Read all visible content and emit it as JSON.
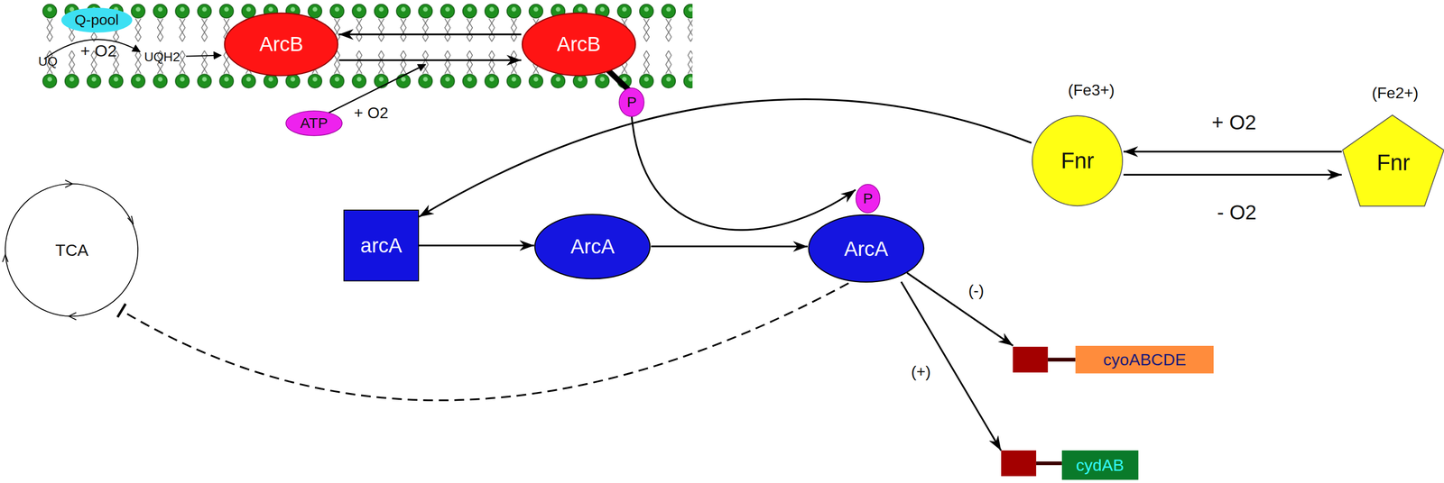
{
  "diagram": {
    "nodes": [
      {
        "text": [
          "Q-pool"
        ]
      },
      {
        "text": [
          "ArcB"
        ]
      },
      {
        "text": [
          "ArcB"
        ]
      },
      {
        "text": [
          "ATP"
        ]
      },
      {
        "text": [
          "P"
        ]
      },
      {
        "text": [
          "(Fe3+)",
          "Fnr"
        ]
      },
      {
        "text": [
          "(Fe2+)",
          "Fnr"
        ]
      },
      {
        "text": [
          "TCA"
        ]
      },
      {
        "text": [
          "arcA"
        ]
      },
      {
        "text": [
          "ArcA"
        ]
      },
      {
        "text": [
          "ArcA"
        ]
      },
      {
        "text": [
          "P"
        ]
      },
      {
        "text": [
          "cyoABCDE"
        ]
      },
      {
        "text": [
          "cydAB"
        ]
      }
    ],
    "edges": [
      {
        "from": 1,
        "to": 2,
        "arrow": "to"
      },
      {
        "from": 2,
        "to": 1,
        "arrow": "to"
      },
      {
        "from": 4,
        "to": 11,
        "arrow": "to"
      },
      {
        "from": 5,
        "to": 8,
        "arrow": "to"
      },
      {
        "from": 6,
        "to": 5,
        "arrow": "to",
        "label": "+ O2"
      },
      {
        "from": 5,
        "to": 6,
        "arrow": "to",
        "label": "- O2"
      },
      {
        "from": 8,
        "to": 9,
        "arrow": "to"
      },
      {
        "from": 9,
        "to": 10,
        "arrow": "to"
      },
      {
        "from": 10,
        "to": 12,
        "arrow": "to",
        "label": "(-)"
      },
      {
        "from": 10,
        "to": 13,
        "arrow": "to",
        "label": "(+)"
      },
      {
        "from": 10,
        "to": 7,
        "arrow": "to"
      }
    ],
    "labels": [
      "UQ",
      "+ O2",
      "UQH2",
      "+ O2"
    ]
  }
}
